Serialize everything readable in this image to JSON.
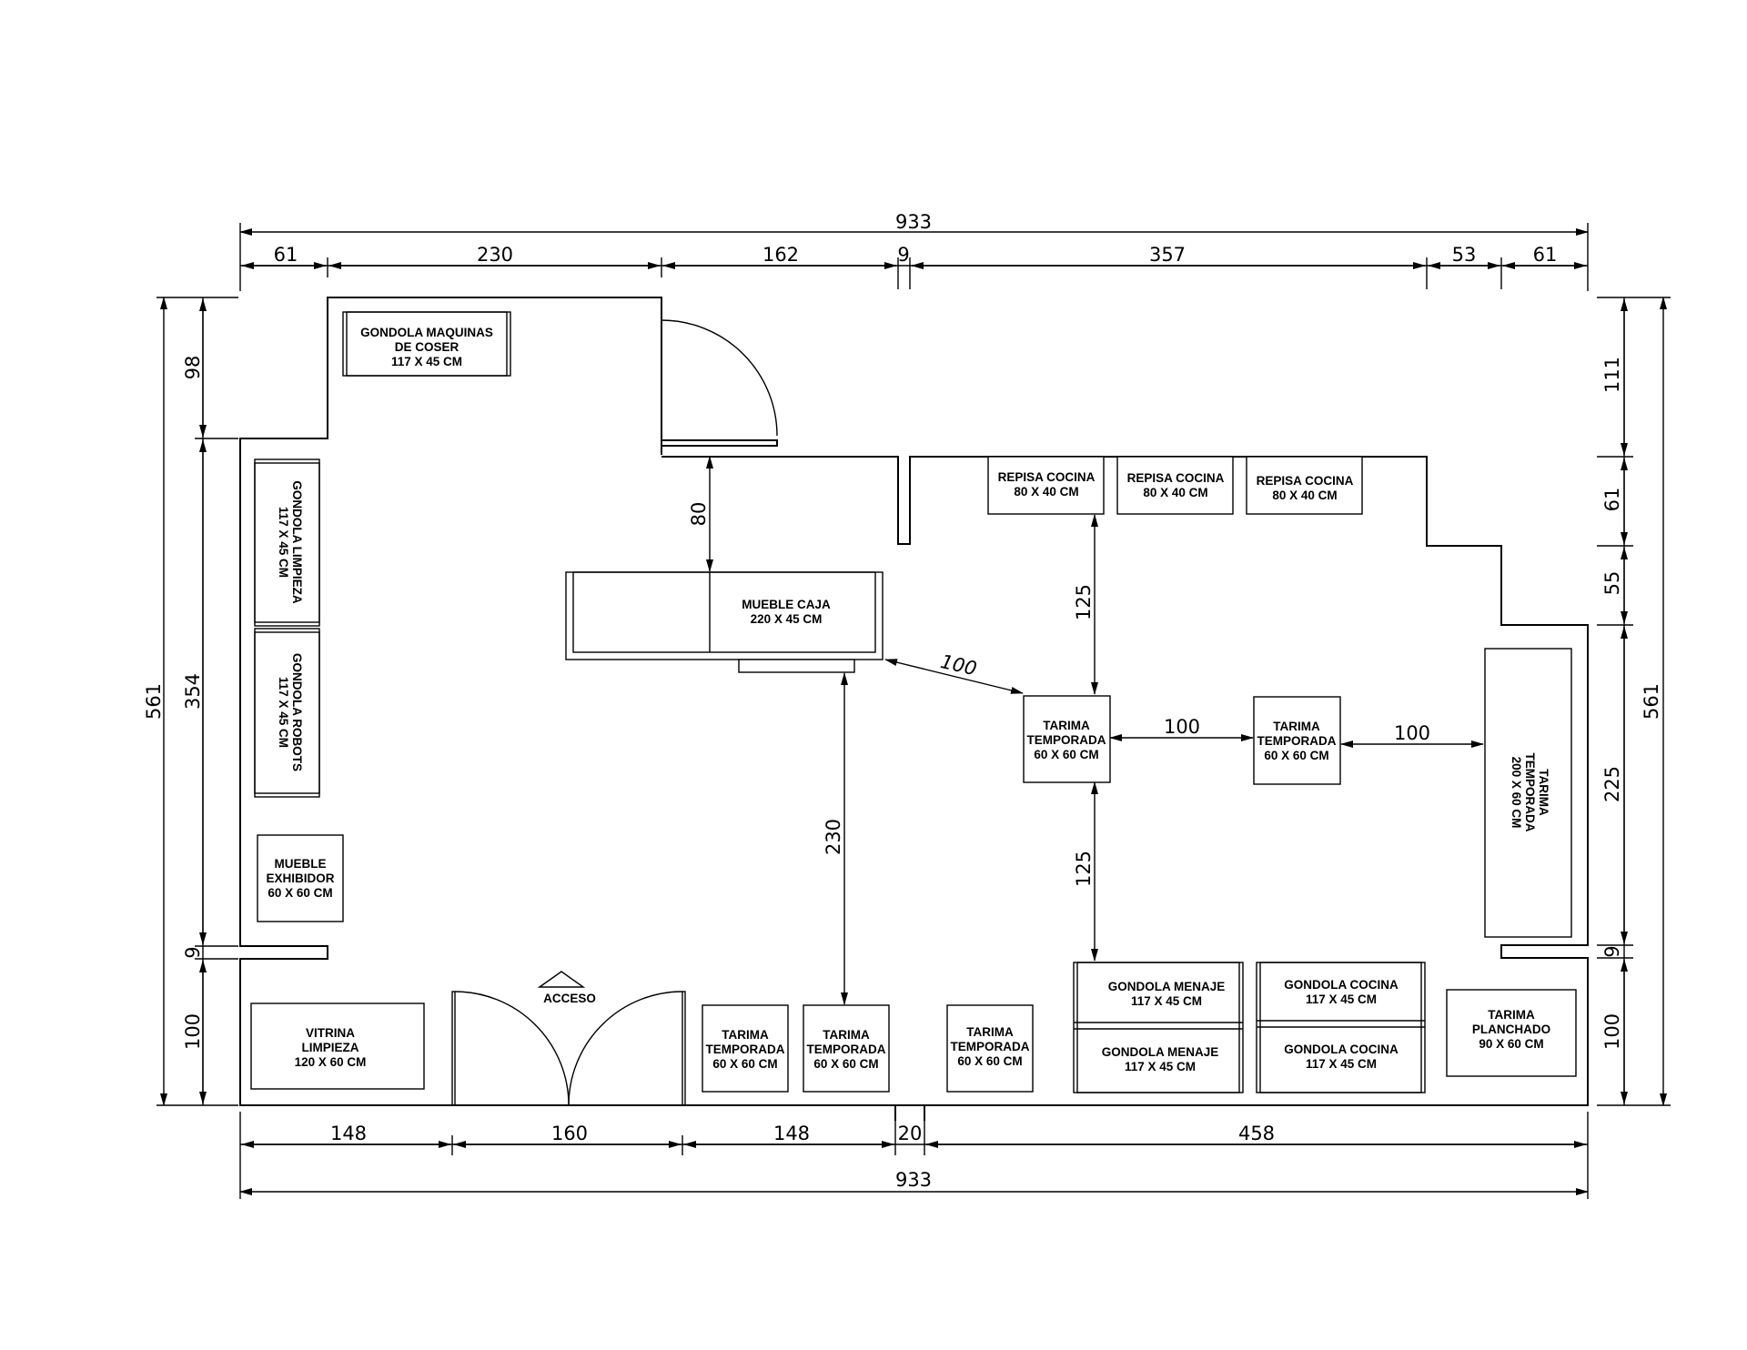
{
  "dimensions": {
    "top_total": "933",
    "top_segments": [
      "61",
      "230",
      "162",
      "9",
      "357",
      "53",
      "61"
    ],
    "bottom_segments": [
      "148",
      "160",
      "148",
      "20",
      "458"
    ],
    "bottom_total": "933",
    "left_total": "561",
    "left_segments": [
      "98",
      "354",
      "9",
      "100"
    ],
    "right_total": "561",
    "right_segments": [
      "111",
      "61",
      "55",
      "225",
      "9",
      "100"
    ],
    "interior": {
      "d80": "80",
      "d125_top": "125",
      "d100_diag": "100",
      "d100_mid": "100",
      "d100_right": "100",
      "d230": "230",
      "d125_bottom": "125"
    }
  },
  "entrance": {
    "label": "ACCESO"
  },
  "furniture": {
    "gondola_maquinas": [
      "GONDOLA MAQUINAS",
      "DE COSER",
      "117 X 45 CM"
    ],
    "gondola_limpieza": [
      "GONDOLA LIMPIEZA",
      "117 X 45 CM"
    ],
    "gondola_robots": [
      "GONDOLA ROBOTS",
      "117 X 45 CM"
    ],
    "mueble_exhibidor": [
      "MUEBLE",
      "EXHIBIDOR",
      "60 X 60 CM"
    ],
    "vitrina_limpieza": [
      "VITRINA",
      "LIMPIEZA",
      "120 X 60 CM"
    ],
    "mueble_caja": [
      "MUEBLE CAJA",
      "220 X 45 CM"
    ],
    "repisa_1": [
      "REPISA COCINA",
      "80 X 40 CM"
    ],
    "repisa_2": [
      "REPISA COCINA",
      "80 X 40 CM"
    ],
    "repisa_3": [
      "REPISA COCINA",
      "80 X 40 CM"
    ],
    "tarima_center_1": [
      "TARIMA",
      "TEMPORADA",
      "60 X 60 CM"
    ],
    "tarima_center_2": [
      "TARIMA",
      "TEMPORADA",
      "60 X 60 CM"
    ],
    "tarima_large": [
      "TARIMA",
      "TEMPORADA",
      "200 X 60 CM"
    ],
    "tarima_bottom_1": [
      "TARIMA",
      "TEMPORADA",
      "60 X 60 CM"
    ],
    "tarima_bottom_2": [
      "TARIMA",
      "TEMPORADA",
      "60 X 60 CM"
    ],
    "tarima_bottom_3": [
      "TARIMA",
      "TEMPORADA",
      "60 X 60 CM"
    ],
    "gondola_menaje_top": [
      "GONDOLA MENAJE",
      "117 X 45 CM"
    ],
    "gondola_menaje_bottom": [
      "GONDOLA MENAJE",
      "117 X 45 CM"
    ],
    "gondola_cocina_top": [
      "GONDOLA COCINA",
      "117 X 45 CM"
    ],
    "gondola_cocina_bottom": [
      "GONDOLA COCINA",
      "117 X 45 CM"
    ],
    "tarima_planchado": [
      "TARIMA",
      "PLANCHADO",
      "90 X 60 CM"
    ]
  }
}
